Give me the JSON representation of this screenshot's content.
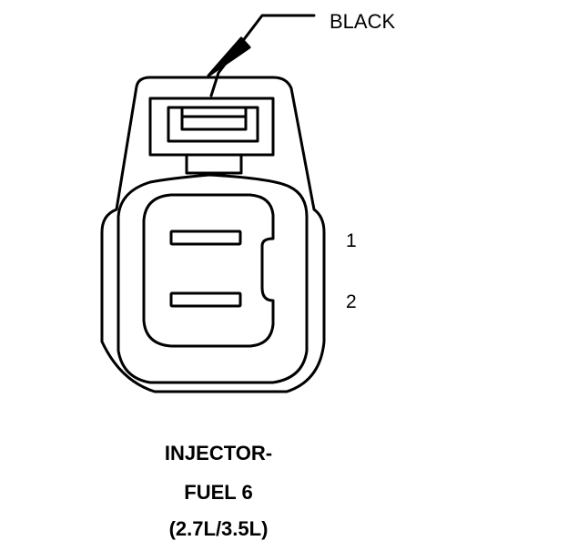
{
  "callout": {
    "label": "BLACK"
  },
  "pins": [
    {
      "label": "1"
    },
    {
      "label": "2"
    }
  ],
  "caption": {
    "line1": "INJECTOR-",
    "line2": "FUEL 6",
    "line3": "(2.7L/3.5L)"
  }
}
